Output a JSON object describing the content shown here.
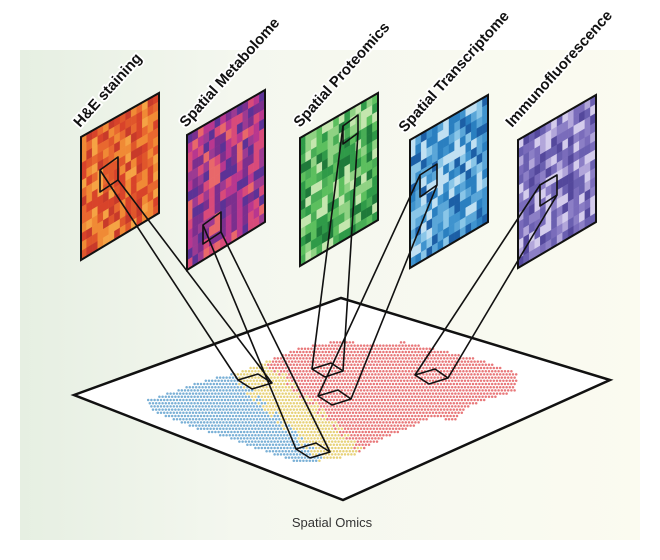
{
  "caption": "Spatial Omics",
  "panels": [
    {
      "label": "H&E staining",
      "colors": [
        "#d8432a",
        "#e8682f",
        "#f08a35",
        "#c83a2a",
        "#f5a344",
        "#e0562b"
      ]
    },
    {
      "label": "Spatial Metabolome",
      "colors": [
        "#7b2f8e",
        "#b8378f",
        "#d84a7a",
        "#5c3296",
        "#e8686a",
        "#9c3a92"
      ]
    },
    {
      "label": "Spatial Proteomics",
      "colors": [
        "#2f9a48",
        "#5cbf5e",
        "#8fd283",
        "#1f7a3a",
        "#c4e6ae",
        "#48ad55"
      ]
    },
    {
      "label": "Spatial Transcriptome",
      "colors": [
        "#2a7fc0",
        "#5aa6d8",
        "#8ac6e8",
        "#1c5fa6",
        "#c0e0f2",
        "#3f93ce"
      ]
    },
    {
      "label": "Immunofluorescence",
      "colors": [
        "#6a5fb0",
        "#8c7fc6",
        "#b2a6da",
        "#54489c",
        "#d4ccec",
        "#7a6cbb"
      ]
    }
  ],
  "tissue_regions": [
    {
      "name": "red",
      "color": "#e8787a"
    },
    {
      "name": "yellow",
      "color": "#e7d27a"
    },
    {
      "name": "blue",
      "color": "#7ab0d6"
    }
  ]
}
